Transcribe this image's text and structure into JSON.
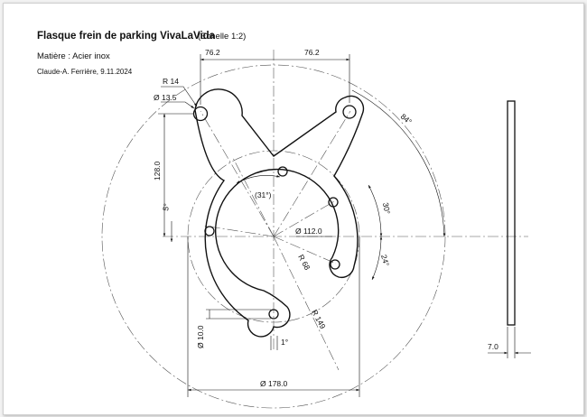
{
  "title_block": {
    "title": "Flasque frein de parking VivaLaVida",
    "scale": "(Echelle 1:2)",
    "material": "Matière :  Acier inox",
    "author": "Claude-A. Ferrière, 9.11.2024"
  },
  "dimensions": {
    "spacing_left": "76.2",
    "spacing_right": "76.2",
    "radius_ear": "R 14",
    "dia_ear_hole": "Ø 13.5",
    "height": "128.0",
    "angle_total": "84°",
    "angle_top": "(31°)",
    "angle_30": "30°",
    "angle_5": "5°",
    "dia_bolt_circle": "Ø 112.0",
    "angle_24": "24°",
    "radius_inner": "R 68",
    "radius_outer": "R 149",
    "dia_slot_hole": "Ø 10.0",
    "angle_1": "1°",
    "dia_overall": "Ø 178.0",
    "thickness": "7.0"
  }
}
